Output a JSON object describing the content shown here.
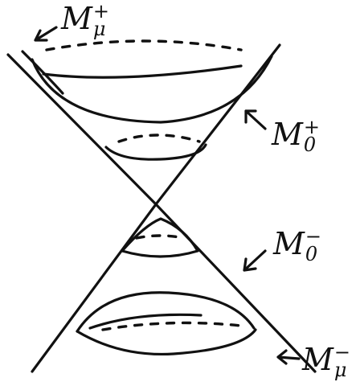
{
  "diagram": {
    "labels": {
      "m_mu_plus": {
        "base": "M",
        "sup": "+",
        "sub": "μ"
      },
      "m_0_plus": {
        "base": "M",
        "sup": "+",
        "sub": "0"
      },
      "m_0_minus": {
        "base": "M",
        "sup": "−",
        "sub": "0"
      },
      "m_mu_minus": {
        "base": "M",
        "sup": "−",
        "sub": "μ"
      }
    }
  }
}
